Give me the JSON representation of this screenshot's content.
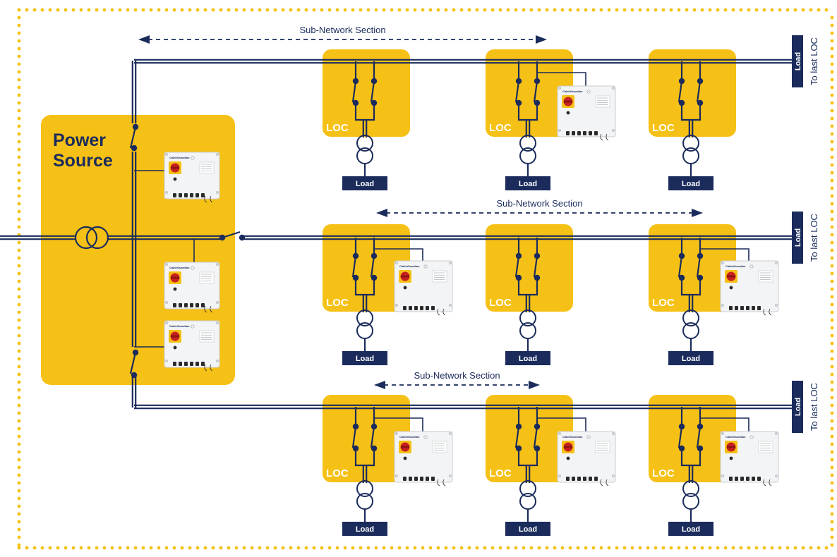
{
  "power_source": {
    "line1": "Power",
    "line2": "Source"
  },
  "loc_label": "LOC",
  "load_label": "Load",
  "sub_network_label": "Sub-Network Section",
  "to_last_loc": "To last LOC",
  "device_brand": "CableGuardian",
  "colors": {
    "box": "#f6c116",
    "line": "#1a2b5c",
    "border": "#f6c116"
  },
  "rows": [
    {
      "locs": [
        {
          "device": false
        },
        {
          "device": true
        },
        {
          "device": false
        }
      ]
    },
    {
      "locs": [
        {
          "device": true
        },
        {
          "device": false
        },
        {
          "device": true
        }
      ]
    },
    {
      "locs": [
        {
          "device": true
        },
        {
          "device": true
        },
        {
          "device": true
        }
      ]
    }
  ]
}
